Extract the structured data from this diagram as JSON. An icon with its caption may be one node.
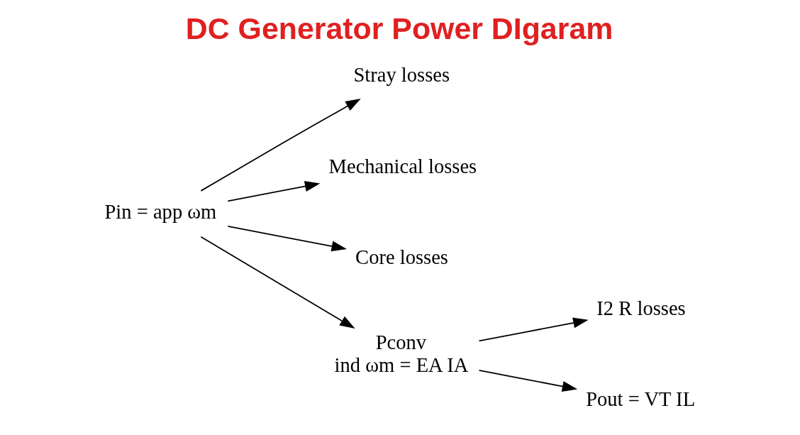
{
  "diagram": {
    "title": "DC Generator Power DIgaram",
    "nodes": [
      {
        "text": [
          "Pin = app ωm"
        ]
      },
      {
        "text": [
          "Stray losses"
        ]
      },
      {
        "text": [
          "Mechanical losses"
        ]
      },
      {
        "text": [
          "Core losses"
        ]
      },
      {
        "text": [
          "Pconv",
          "ind ωm = EA IA"
        ]
      },
      {
        "text": [
          "I2 R losses"
        ]
      },
      {
        "text": [
          "Pout = VT IL"
        ]
      }
    ],
    "edges": [
      {
        "from": 0,
        "to": 1,
        "arrow": "to"
      },
      {
        "from": 0,
        "to": 2,
        "arrow": "to"
      },
      {
        "from": 0,
        "to": 3,
        "arrow": "to"
      },
      {
        "from": 0,
        "to": 4,
        "arrow": "to"
      },
      {
        "from": 4,
        "to": 5,
        "arrow": "to"
      },
      {
        "from": 4,
        "to": 6,
        "arrow": "to"
      }
    ]
  }
}
